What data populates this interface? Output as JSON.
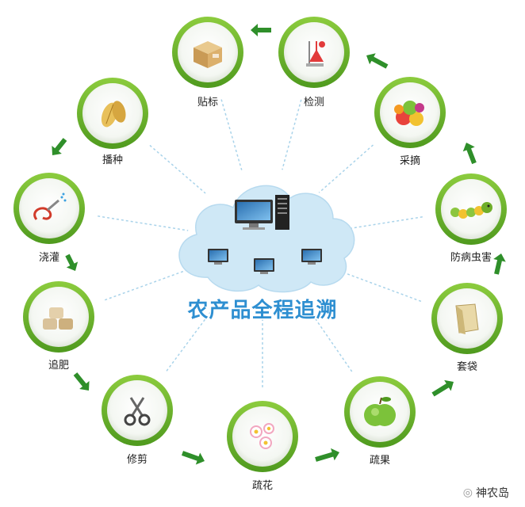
{
  "title": "农产品全程追溯",
  "stages": [
    {
      "label": "贴标",
      "icon": "box-icon"
    },
    {
      "label": "检测",
      "icon": "lab-flask-icon"
    },
    {
      "label": "采摘",
      "icon": "fruit-basket-icon"
    },
    {
      "label": "防病虫害",
      "icon": "caterpillar-icon"
    },
    {
      "label": "套袋",
      "icon": "paper-bag-icon"
    },
    {
      "label": "疏果",
      "icon": "green-apple-icon"
    },
    {
      "label": "疏花",
      "icon": "flowers-icon"
    },
    {
      "label": "修剪",
      "icon": "scissors-icon"
    },
    {
      "label": "追肥",
      "icon": "fertilizer-sacks-icon"
    },
    {
      "label": "浇灌",
      "icon": "water-hose-icon"
    },
    {
      "label": "播种",
      "icon": "seed-icon"
    }
  ],
  "watermark": "神农岛",
  "colors": {
    "ring": "#6fb52c",
    "arrow": "#2f8f2a",
    "cloud": "#cfe8f6",
    "title": "#2e8fd1"
  }
}
